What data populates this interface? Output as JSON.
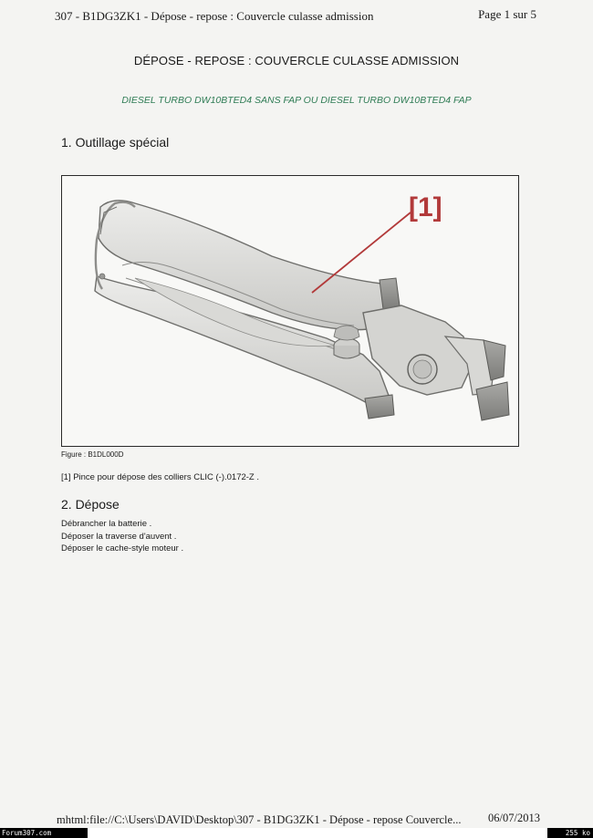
{
  "header": {
    "title": "307 - B1DG3ZK1 - Dépose - repose : Couvercle culasse admission",
    "page": "Page 1 sur 5"
  },
  "document": {
    "title": "DÉPOSE - REPOSE : COUVERCLE CULASSE ADMISSION",
    "subtitle": "DIESEL TURBO DW10BTED4 SANS FAP OU DIESEL TURBO DW10BTED4 FAP"
  },
  "section1": {
    "heading": "1. Outillage spécial",
    "figure_marker": "[1]",
    "figure_caption": "Figure : B1DL000D",
    "item_text": "[1] Pince pour dépose des colliers CLIC (-).0172-Z ."
  },
  "section2": {
    "heading": "2. Dépose",
    "steps": [
      "Débrancher la batterie .",
      "Déposer la traverse d'auvent .",
      "Déposer le cache-style moteur ."
    ]
  },
  "footer": {
    "path": "mhtml:file://C:\\Users\\DAVID\\Desktop\\307 - B1DG3ZK1 - Dépose - repose  Couvercle...",
    "date": "06/07/2013"
  },
  "watermark": {
    "site": "Forum307.com",
    "size": "255 ko"
  },
  "colors": {
    "subtitle": "#2f7c55",
    "marker": "#b23a3a"
  }
}
